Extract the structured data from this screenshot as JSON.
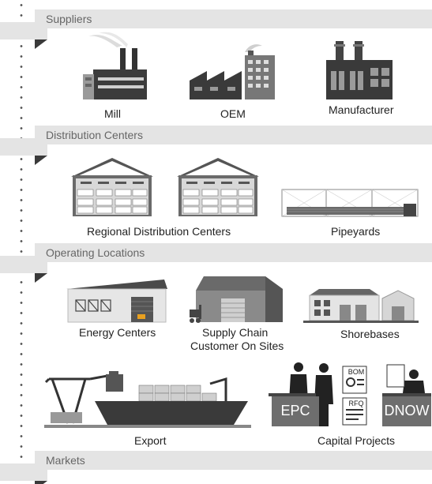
{
  "sections": {
    "suppliers": {
      "title": "Suppliers",
      "items": [
        {
          "label": "Mill"
        },
        {
          "label": "OEM"
        },
        {
          "label": "Manufacturer"
        }
      ]
    },
    "distribution": {
      "title": "Distribution Centers",
      "items": [
        {
          "label": "Regional Distribution Centers"
        },
        {
          "label": "Pipeyards"
        }
      ]
    },
    "operating": {
      "title": "Operating Locations",
      "items": [
        {
          "label": "Energy Centers"
        },
        {
          "label": "Supply Chain"
        },
        {
          "label": "Customer On Sites"
        },
        {
          "label": "Shorebases"
        },
        {
          "label": "Export"
        },
        {
          "label": "Capital Projects"
        }
      ]
    },
    "markets": {
      "title": "Markets"
    }
  },
  "capital_projects": {
    "epc": "EPC",
    "dnow": "DNOW",
    "bom": "BOM",
    "rfq": "RFQ"
  }
}
